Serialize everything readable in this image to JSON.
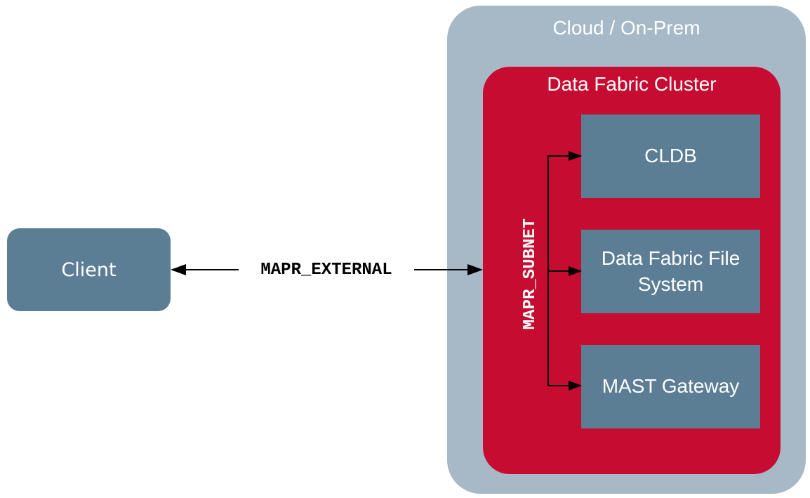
{
  "cloud": {
    "title": "Cloud / On-Prem"
  },
  "cluster": {
    "title": "Data Fabric Cluster"
  },
  "services": {
    "cldb": "CLDB",
    "filesystem": "Data Fabric File System",
    "mast": "MAST Gateway"
  },
  "client": {
    "label": "Client"
  },
  "connections": {
    "external": "MAPR_EXTERNAL",
    "subnet": "MAPR_SUBNET"
  },
  "colors": {
    "cloud_bg": "#a7b9c6",
    "cluster_bg": "#c60c30",
    "node_bg": "#5b7e95"
  }
}
